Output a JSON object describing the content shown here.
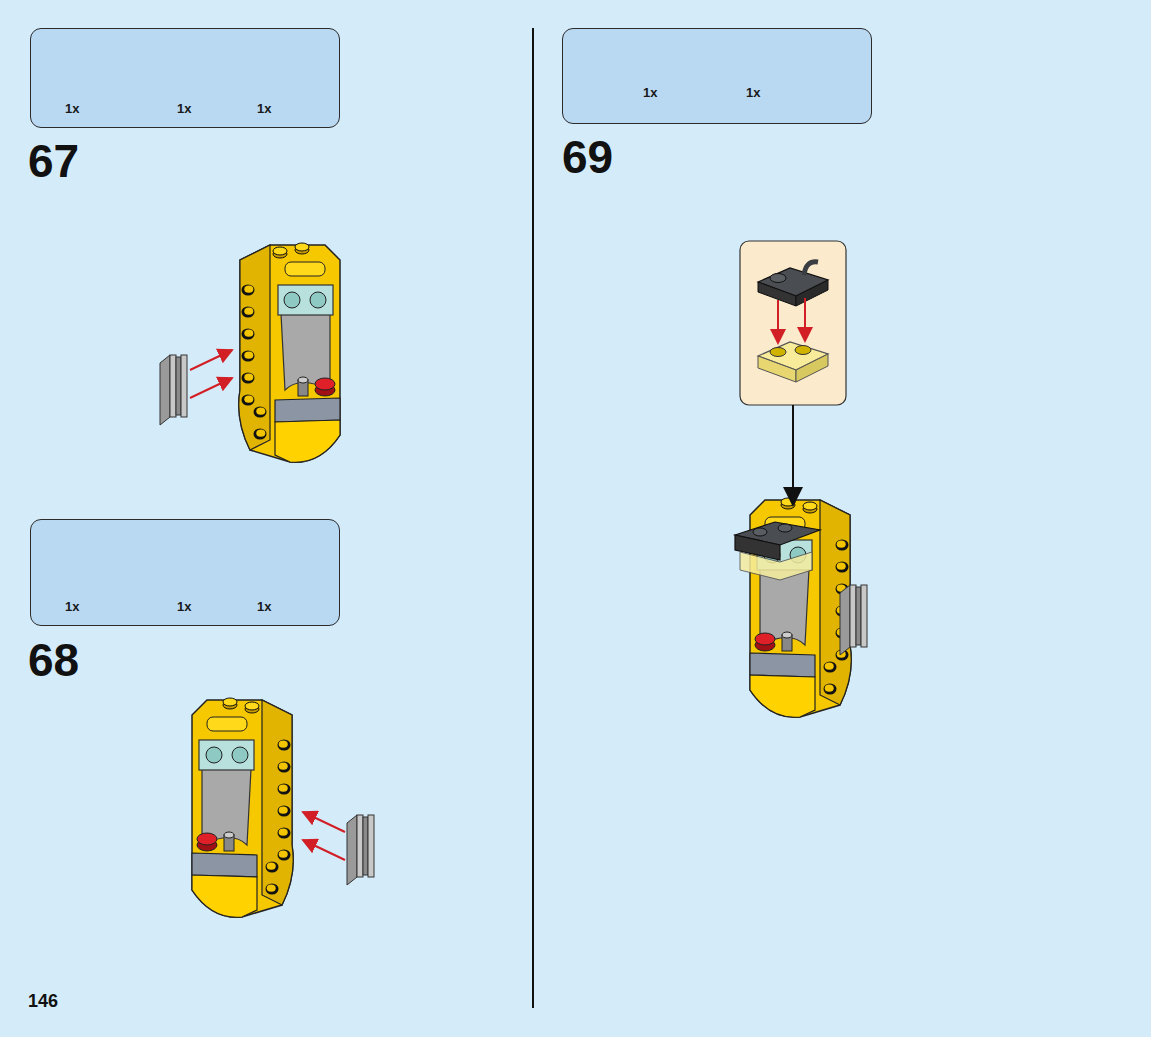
{
  "diagram": {
    "nodes": [
      {
        "text": [
          "1x",
          "1x",
          "1x"
        ]
      },
      {
        "text": [
          "1x",
          "1x",
          "1x"
        ]
      },
      {
        "text": [
          "1x",
          "1x"
        ]
      }
    ],
    "labels": [
      "67",
      "68",
      "146",
      "69"
    ]
  }
}
